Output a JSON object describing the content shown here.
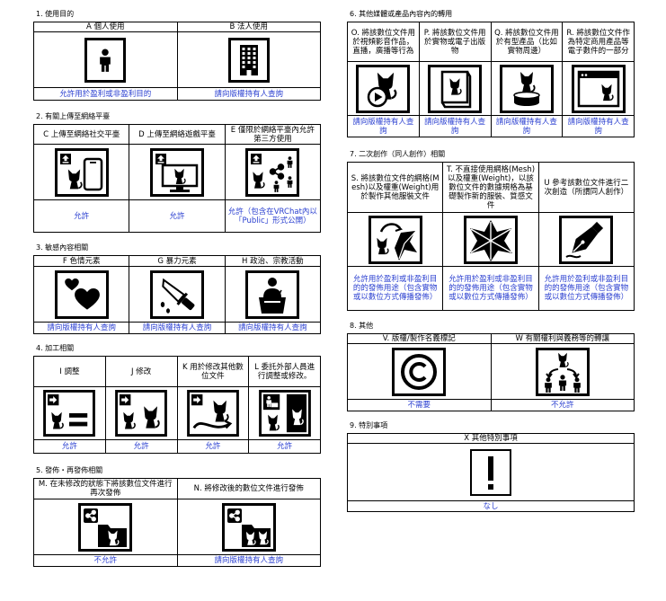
{
  "sections": [
    {
      "title": "1. 使用目的",
      "items": [
        {
          "header": "A 個人使用",
          "result": "允許用於盈利或非盈利目的",
          "icon": "person-icon"
        },
        {
          "header": "B 法人使用",
          "result": "請向版權持有人查詢",
          "icon": "building-icon"
        }
      ]
    },
    {
      "title": "2. 有關上傳至網絡平臺",
      "items": [
        {
          "header": "C 上傳至網絡社交平臺",
          "result": "允許",
          "icon": "social-upload-icon"
        },
        {
          "header": "D 上傳至網絡遊戲平臺",
          "result": "允許",
          "icon": "game-upload-icon"
        },
        {
          "header": "E 僅限於網絡平臺內允許第三方使用",
          "result": "允許（包含在VRChat內以「Public」形式公開）",
          "icon": "platform-share-icon"
        }
      ]
    },
    {
      "title": "3. 敏感內容相關",
      "items": [
        {
          "header": "F 色情元素",
          "result": "請向版權持有人查詢",
          "icon": "hearts-icon"
        },
        {
          "header": "G 暴力元素",
          "result": "請向版權持有人查詢",
          "icon": "knife-icon"
        },
        {
          "header": "H 政治、宗教活動",
          "result": "請向版權持有人查詢",
          "icon": "podium-icon"
        }
      ]
    },
    {
      "title": "4. 加工相關",
      "items": [
        {
          "header": "I 調整",
          "result": "允許",
          "icon": "adjust-icon"
        },
        {
          "header": "J 修改",
          "result": "允許",
          "icon": "modify-icon"
        },
        {
          "header": "K 用於修改其他數位文件",
          "result": "允許",
          "icon": "modify-other-data-icon"
        },
        {
          "header": "L 委託外部人員進行調整或修改。",
          "result": "允許",
          "icon": "outsource-icon"
        }
      ]
    },
    {
      "title": "5. 發佈・再發佈相關",
      "items": [
        {
          "header": "M. 在未修改的狀態下將該數位文件進行再次發佈",
          "result": "不允許",
          "icon": "redistribute-unmodified-icon"
        },
        {
          "header": "N. 將修改後的數位文件進行發佈",
          "result": "請向版權持有人查詢",
          "icon": "distribute-modified-icon"
        }
      ]
    },
    {
      "title": "6. 其他媒體或產品內容內的轉用",
      "items": [
        {
          "header": "O. 將該數位文件用於視頻影音作品，直播，廣播等行為",
          "result": "請向版權持有人查詢",
          "icon": "video-play-icon"
        },
        {
          "header": "P. 將該數位文件用於實物或電子出版物",
          "result": "請向版權持有人查詢",
          "icon": "book-icon"
        },
        {
          "header": "Q. 將該數位文件用於有型產品（比如實物周邊）",
          "result": "請向版權持有人查詢",
          "icon": "figure-icon"
        },
        {
          "header": "R. 將該數位文件作為特定商用產品等電子數件的一部分",
          "result": "請向版權持有人查詢",
          "icon": "software-window-icon"
        }
      ]
    },
    {
      "title": "7. 二次創作（同人創作）相關",
      "items": [
        {
          "header": "S. 將該數位文件的網格(Mesh)以及權重(Weight)用於製作其他服裝文件",
          "result": "允許用於盈利或非盈利目的的發佈用途（包含實物或以數位方式傳播發佈）",
          "icon": "mesh-weight-icon"
        },
        {
          "header": "T. 不直接使用網格(Mesh)以及權重(Weight)，以該數位文件的數據規格為基礎製作新的服裝、質感文件",
          "result": "允許用於盈利或非盈利目的的發佈用途（包含實物或以數位方式傳播發佈）",
          "icon": "clothing-icon"
        },
        {
          "header": "U 參考該數位文件進行二次創造（所謂同人創作）",
          "result": "允許用於盈利或非盈利目的的發佈用途（包含實物或以數位方式傳播發佈）",
          "icon": "pen-nib-icon"
        }
      ]
    },
    {
      "title": "8. 其他",
      "items": [
        {
          "header": "V. 版權/製作名義標記",
          "result": "不需要",
          "icon": "copyright-icon"
        },
        {
          "header": "W 有關權利與義務等的轉讓",
          "result": "不允許",
          "icon": "transfer-icon"
        }
      ]
    },
    {
      "title": "9. 特別事項",
      "items": [
        {
          "header": "X 其他特別事項",
          "result": "なし",
          "icon": "exclamation-icon"
        }
      ]
    }
  ],
  "colors": {
    "result_text": "#2a3fd0",
    "border": "#000000",
    "icon": "#000000"
  }
}
